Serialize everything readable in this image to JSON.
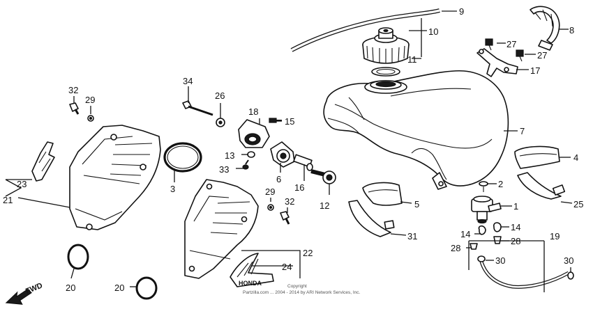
{
  "callouts": {
    "n1": "1",
    "n2": "2",
    "n3": "3",
    "n4": "4",
    "n5": "5",
    "n6": "6",
    "n7": "7",
    "n8": "8",
    "n9": "9",
    "n10": "10",
    "n11": "11",
    "n12": "12",
    "n13": "13",
    "n14a": "14",
    "n14b": "14",
    "n15": "15",
    "n16": "16",
    "n17": "17",
    "n18": "18",
    "n19": "19",
    "n20a": "20",
    "n20b": "20",
    "n21": "21",
    "n22": "22",
    "n23": "23",
    "n24": "24",
    "n25": "25",
    "n26": "26",
    "n27a": "27",
    "n27b": "27",
    "n28a": "28",
    "n28b": "28",
    "n29a": "29",
    "n29b": "29",
    "n30a": "30",
    "n30b": "30",
    "n31": "31",
    "n32a": "32",
    "n32b": "32",
    "n33": "33",
    "n34": "34"
  },
  "fwd_label": "FWD",
  "emblem_text": "HONDA",
  "copyright": {
    "line1": "Copyright",
    "line2": "Partzilla.com ... 2004 - 2014 by ARI Network Services, Inc."
  }
}
